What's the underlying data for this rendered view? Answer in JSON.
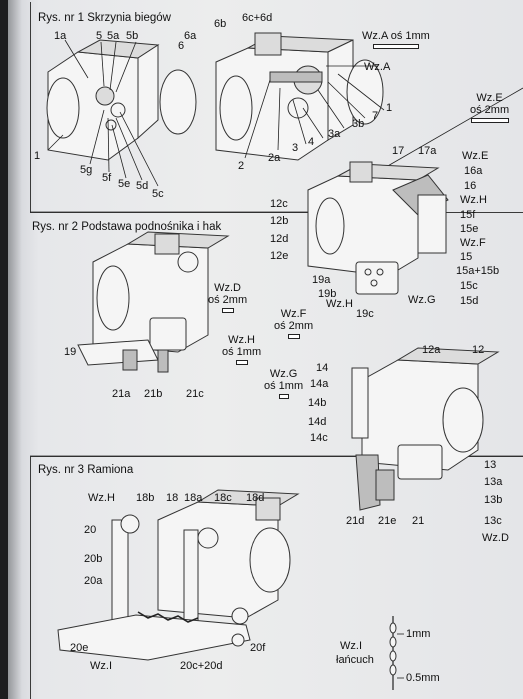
{
  "sections": {
    "fig1_title": "Rys. nr 1 Skrzynia biegów",
    "fig2_title": "Rys. nr 2 Podstawa podnośnika i hak",
    "fig3_title": "Rys. nr 3 Ramiona"
  },
  "scales": {
    "wz_a": "Wz.A oś 1mm",
    "wz_e_1": "Wz.E",
    "wz_e_2": "oś 2mm",
    "wz_d_1": "Wz.D",
    "wz_d_2": "oś 2mm",
    "wz_f_1": "Wz.F",
    "wz_f_2": "oś 2mm",
    "wz_h_1": "Wz.H",
    "wz_h_2": "oś 1mm",
    "wz_g_1": "Wz.G",
    "wz_g_2": "oś 1mm",
    "wz_i_1": "Wz.I",
    "wz_i_2": "łańcuch",
    "wz_i_1mm": "1mm",
    "wz_i_05mm": "0.5mm"
  },
  "fig1_labels": [
    "1a",
    "5",
    "5a",
    "5b",
    "1",
    "5g",
    "5f",
    "5e",
    "5d",
    "5c",
    "6b",
    "6c+6d",
    "6a",
    "6",
    "Wz.A",
    "2",
    "2a",
    "3",
    "4",
    "3a",
    "3b",
    "7",
    "1"
  ],
  "fig2_labels": [
    "17",
    "17a",
    "Wz.E",
    "16a",
    "16",
    "Wz.H",
    "15f",
    "15e",
    "Wz.F",
    "15",
    "15a+15b",
    "15c",
    "15d",
    "Wz.G",
    "19c",
    "Wz.H",
    "19b",
    "19a",
    "12c",
    "12b",
    "12d",
    "12e",
    "19",
    "21a",
    "21b",
    "21c"
  ],
  "fig2b_labels": [
    "12a",
    "12",
    "14",
    "14a",
    "14b",
    "14d",
    "14c",
    "13",
    "13a",
    "13b",
    "13c",
    "Wz.D",
    "21d",
    "21e",
    "21"
  ],
  "fig3_labels": [
    "Wz.H",
    "18b",
    "18",
    "18a",
    "18c",
    "18d",
    "20",
    "20b",
    "20a",
    "20e",
    "Wz.I",
    "20c+20d",
    "20f"
  ]
}
